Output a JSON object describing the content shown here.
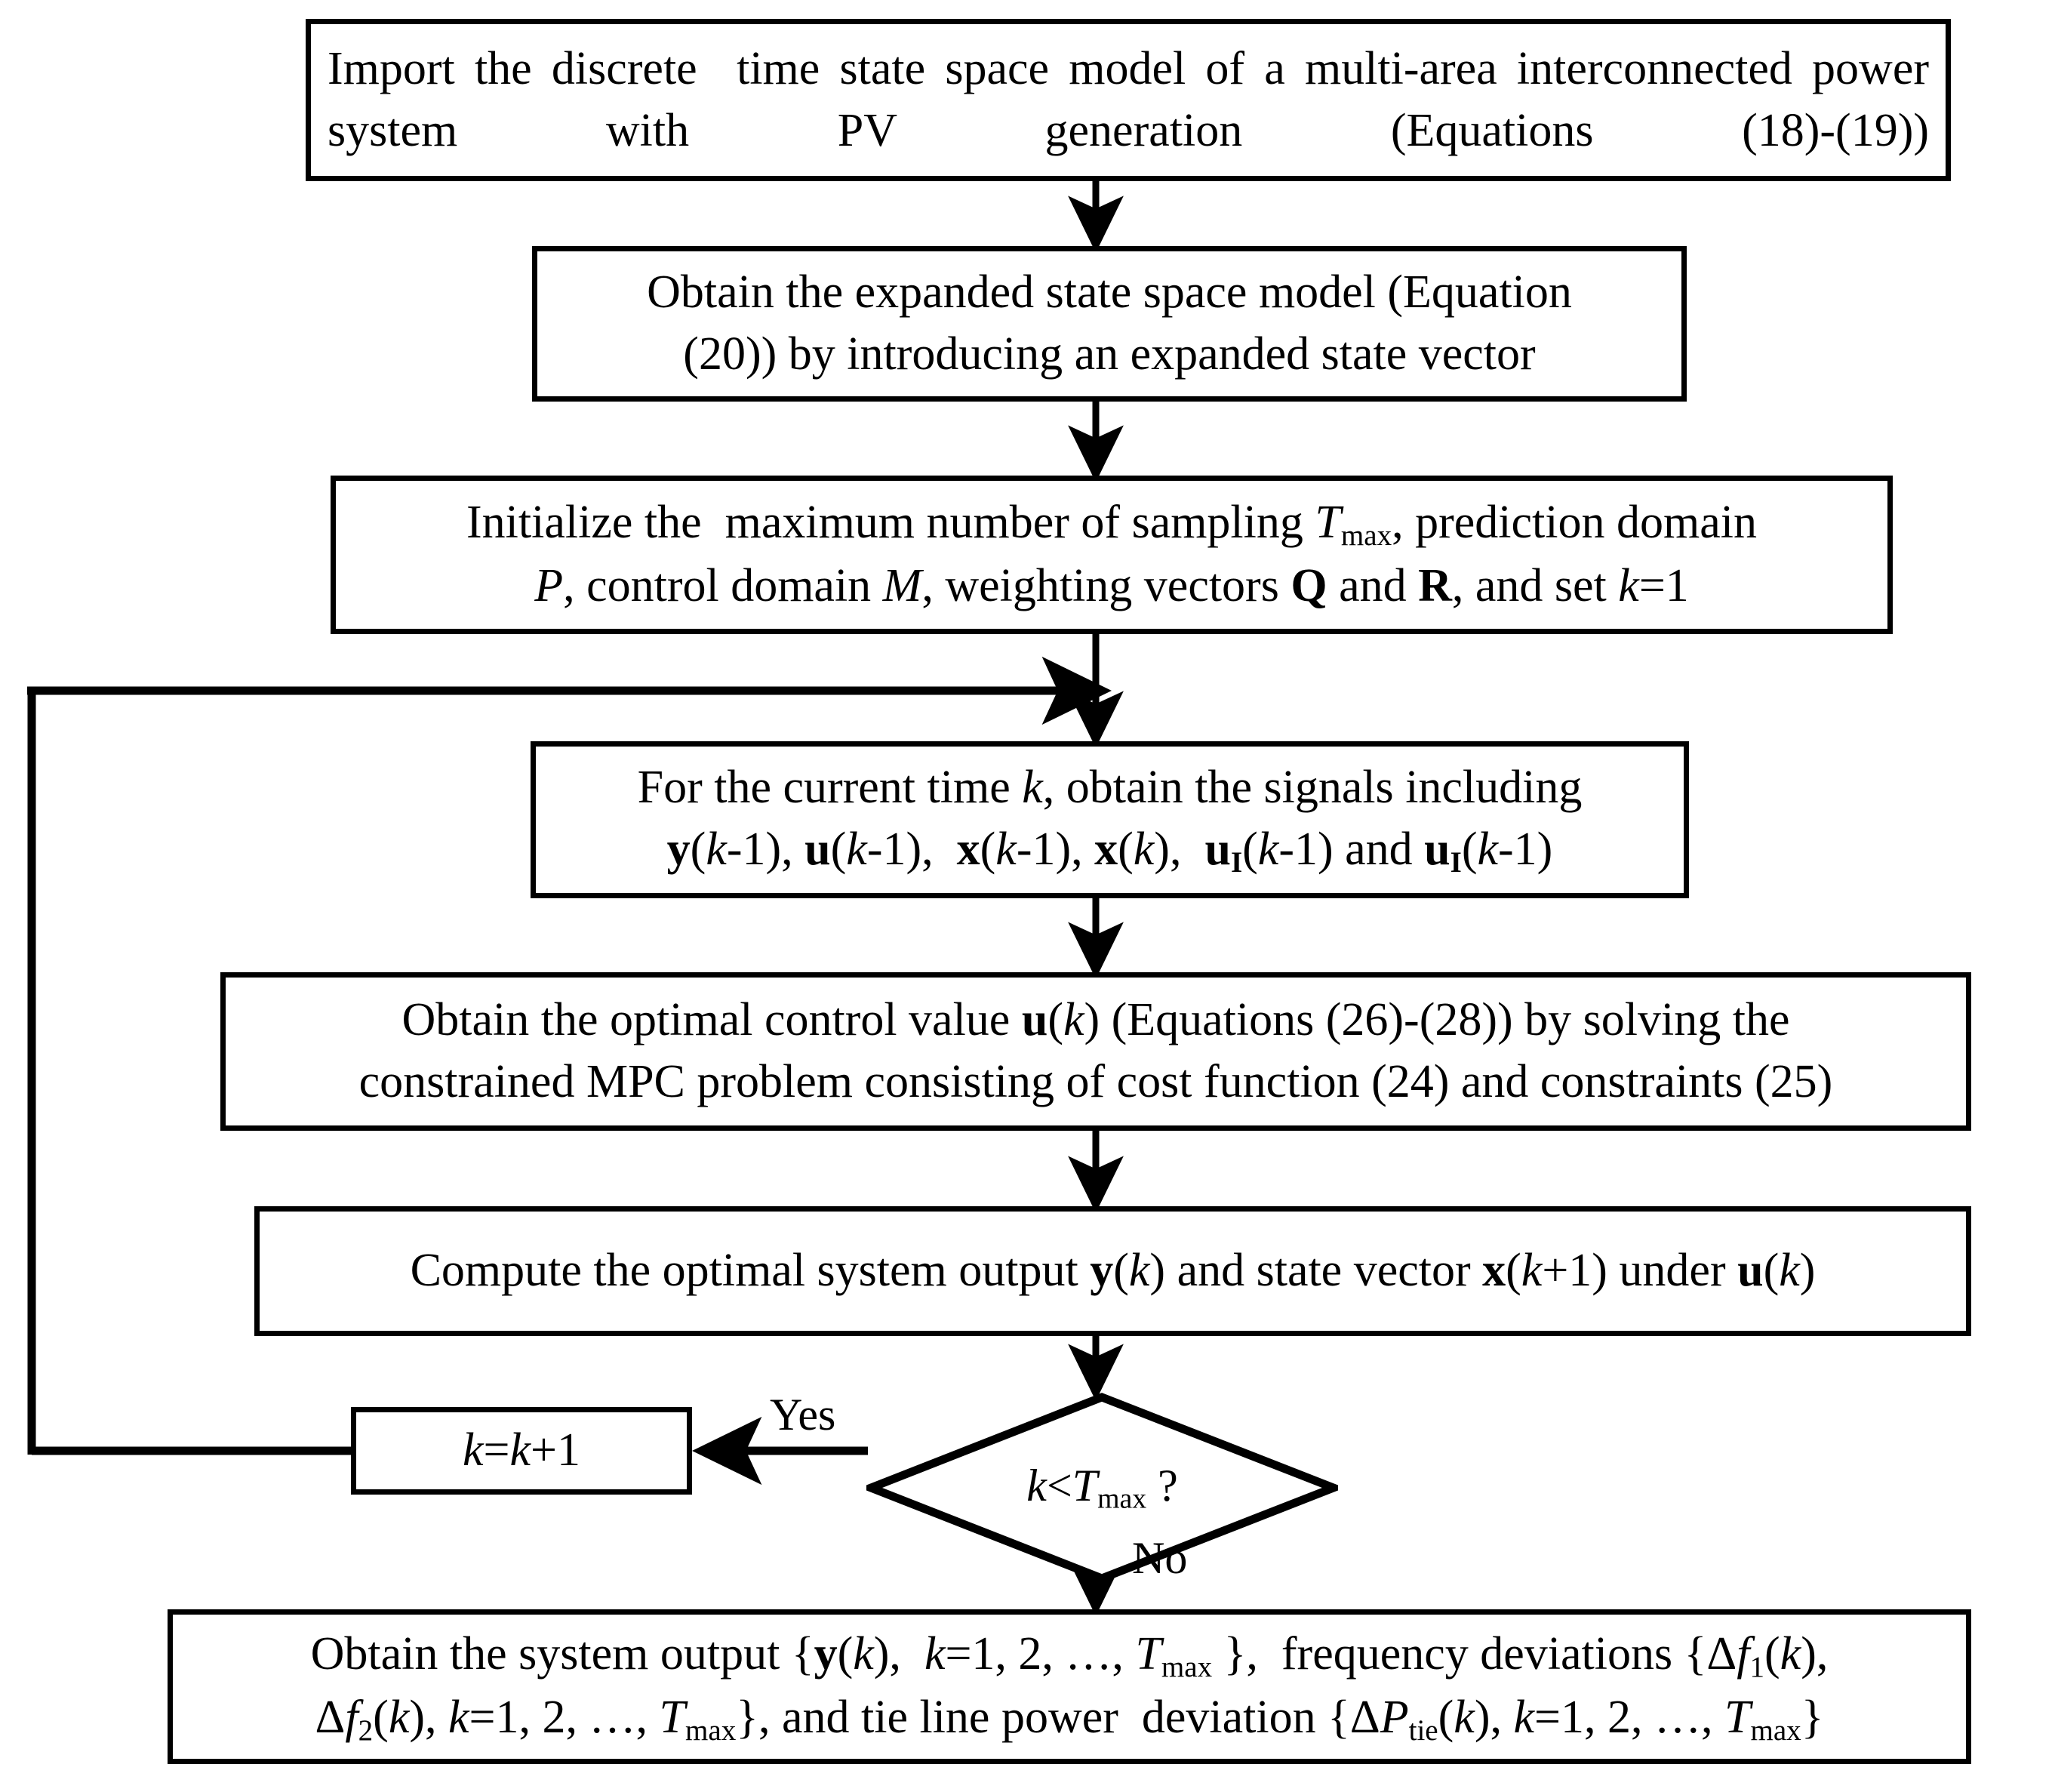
{
  "diagram": {
    "type": "flowchart",
    "title": "MPC algorithm flowchart for multi-area interconnected power system with PV generation",
    "nodes": [
      {
        "id": "import-model",
        "shape": "process",
        "text": "Import the discrete  time state space model of a multi-area interconnected power system with PV generation (Equations (18)-(19))"
      },
      {
        "id": "expanded-model",
        "shape": "process",
        "text": "Obtain the expanded state space model (Equation (20)) by introducing an expanded state vector"
      },
      {
        "id": "initialize",
        "shape": "process",
        "text": "Initialize the  maximum number of sampling Tmax, prediction domain P, control domain M, weighting vectors Q and R, and set k=1"
      },
      {
        "id": "obtain-signals",
        "shape": "process",
        "text": "For the current time k, obtain the signals including y(k-1), u(k-1),  x(k-1), x(k),  uI(k-1) and uI(k-1)"
      },
      {
        "id": "optimal-control",
        "shape": "process",
        "text": "Obtain the optimal control value u(k) (Equations (26)-(28)) by solving the constrained MPC problem consisting of cost function (24) and constraints (25)"
      },
      {
        "id": "compute-output",
        "shape": "process",
        "text": "Compute the optimal system output y(k) and state vector x(k+1) under u(k)"
      },
      {
        "id": "decision",
        "shape": "diamond",
        "text": "k<Tmax ?"
      },
      {
        "id": "increment",
        "shape": "process",
        "text": "k=k+1"
      },
      {
        "id": "final-output",
        "shape": "process",
        "text": "Obtain the system output {y(k),  k=1, 2, …, Tmax }, frequency deviations {Δf1(k), Δf2(k), k=1, 2, …, Tmax}, and tie line power  deviation {ΔPtie(k), k=1, 2, …, Tmax}"
      }
    ],
    "edge_labels": {
      "yes": "Yes",
      "no": "No"
    },
    "colors": {
      "stroke": "#000000",
      "fill": "#ffffff",
      "text": "#000000"
    }
  }
}
